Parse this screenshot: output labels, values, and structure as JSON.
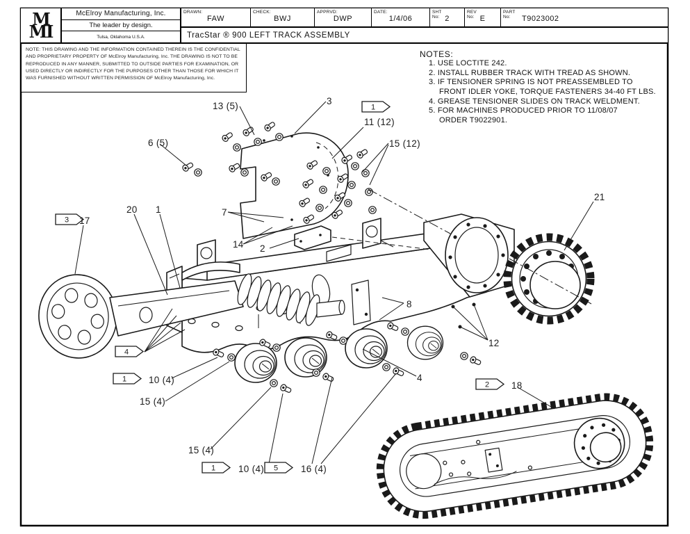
{
  "title_block": {
    "logo_line1": "M",
    "logo_line2": "MI",
    "company": "McElroy Manufacturing, Inc.",
    "tagline": "The leader by design.",
    "location": "Tulsa, Oklahoma U.S.A.",
    "fields": [
      {
        "label": "DRAWN:",
        "value": "FAW"
      },
      {
        "label": "CHECK:",
        "value": "BWJ"
      },
      {
        "label": "APPRVD:",
        "value": "DWP"
      },
      {
        "label": "DATE:",
        "value": "1/4/06"
      },
      {
        "label": "SHT\nNo:",
        "value": "2"
      },
      {
        "label": "REV\nNo:",
        "value": "E"
      },
      {
        "label": "PART\nNo:",
        "value": "T9023002"
      }
    ],
    "drawing_title": "TracStar ®  900 LEFT TRACK ASSEMBLY"
  },
  "confidential_note": "NOTE: THIS DRAWING AND THE INFORMATION CONTAINED THEREIN IS THE CONFIDENTIAL AND PROPRIETARY PROPERTY OF McElroy Manufacturing, Inc. THE DRAWING IS NOT TO BE REPRODUCED IN ANY MANNER, SUBMITTED TO OUTSIDE PARTIES FOR EXAMINATION, OR USED DIRECTLY OR INDIRECTLY FOR THE PURPOSES OTHER THAN THOSE FOR WHICH IT WAS FURNISHED WITHOUT WRITTEN PERMISSION OF McElroy Manufacturing, Inc.",
  "notes": {
    "heading": "NOTES:",
    "lines": [
      "1. USE LOCTITE 242.",
      "2. INSTALL RUBBER TRACK WITH TREAD AS SHOWN.",
      "3. IF TENSIONER SPRING IS NOT PREASSEMBLED TO",
      "FRONT IDLER YOKE, TORQUE FASTENERS 34-40 FT LBS.",
      "4. GREASE TENSIONER SLIDES ON TRACK WELDMENT.",
      "5. FOR MACHINES PRODUCED PRIOR TO 11/08/07",
      "ORDER T9022901."
    ]
  },
  "callouts": {
    "cover_hw": "13 (5)",
    "cover": "3",
    "cover_screws": "6 (5)",
    "hub_bolts": "11 (12)",
    "hub_washers": "15 (12)",
    "tension_screw": "20",
    "frame": "1",
    "guard_bolts": "7",
    "guard_washers": "14",
    "guard": "2",
    "idler": "17",
    "sprocket": "21",
    "pads": "8",
    "fittings": "12",
    "roller": "4",
    "front_bolts": "10 (4)",
    "front_washers": "15 (4)",
    "mid_washers": "15 (4)",
    "mid_bolts": "10 (4)",
    "rollers": "16 (4)",
    "track": "18"
  },
  "flags": {
    "hub_bolts": "1",
    "idler": "3",
    "slides": "4",
    "front_bolts": "1",
    "mid_bolts": "1",
    "rollers": "5",
    "track": "2"
  }
}
